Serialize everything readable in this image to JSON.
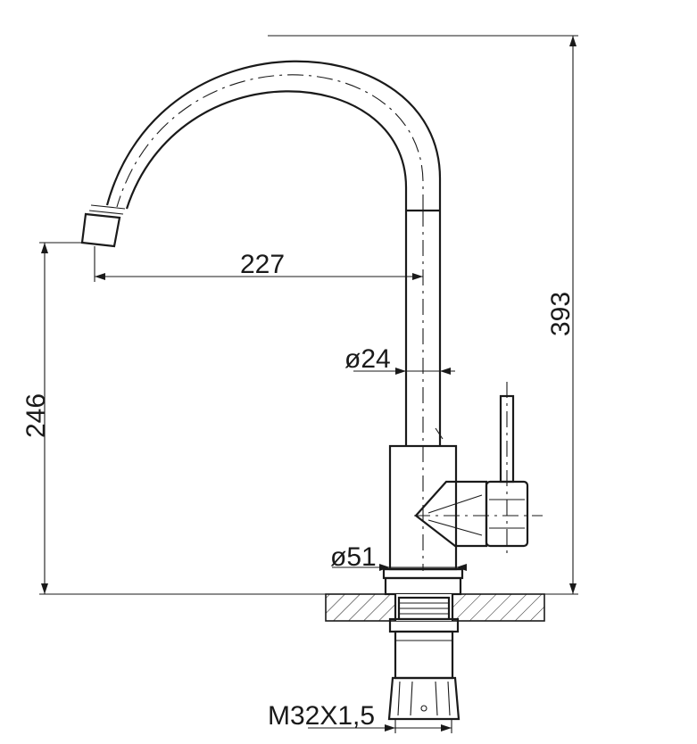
{
  "dimensions": {
    "reach": "227",
    "tube_diameter": "ø24",
    "total_height": "393",
    "spout_height": "246",
    "base_diameter": "ø51",
    "thread": "M32X1,5"
  }
}
